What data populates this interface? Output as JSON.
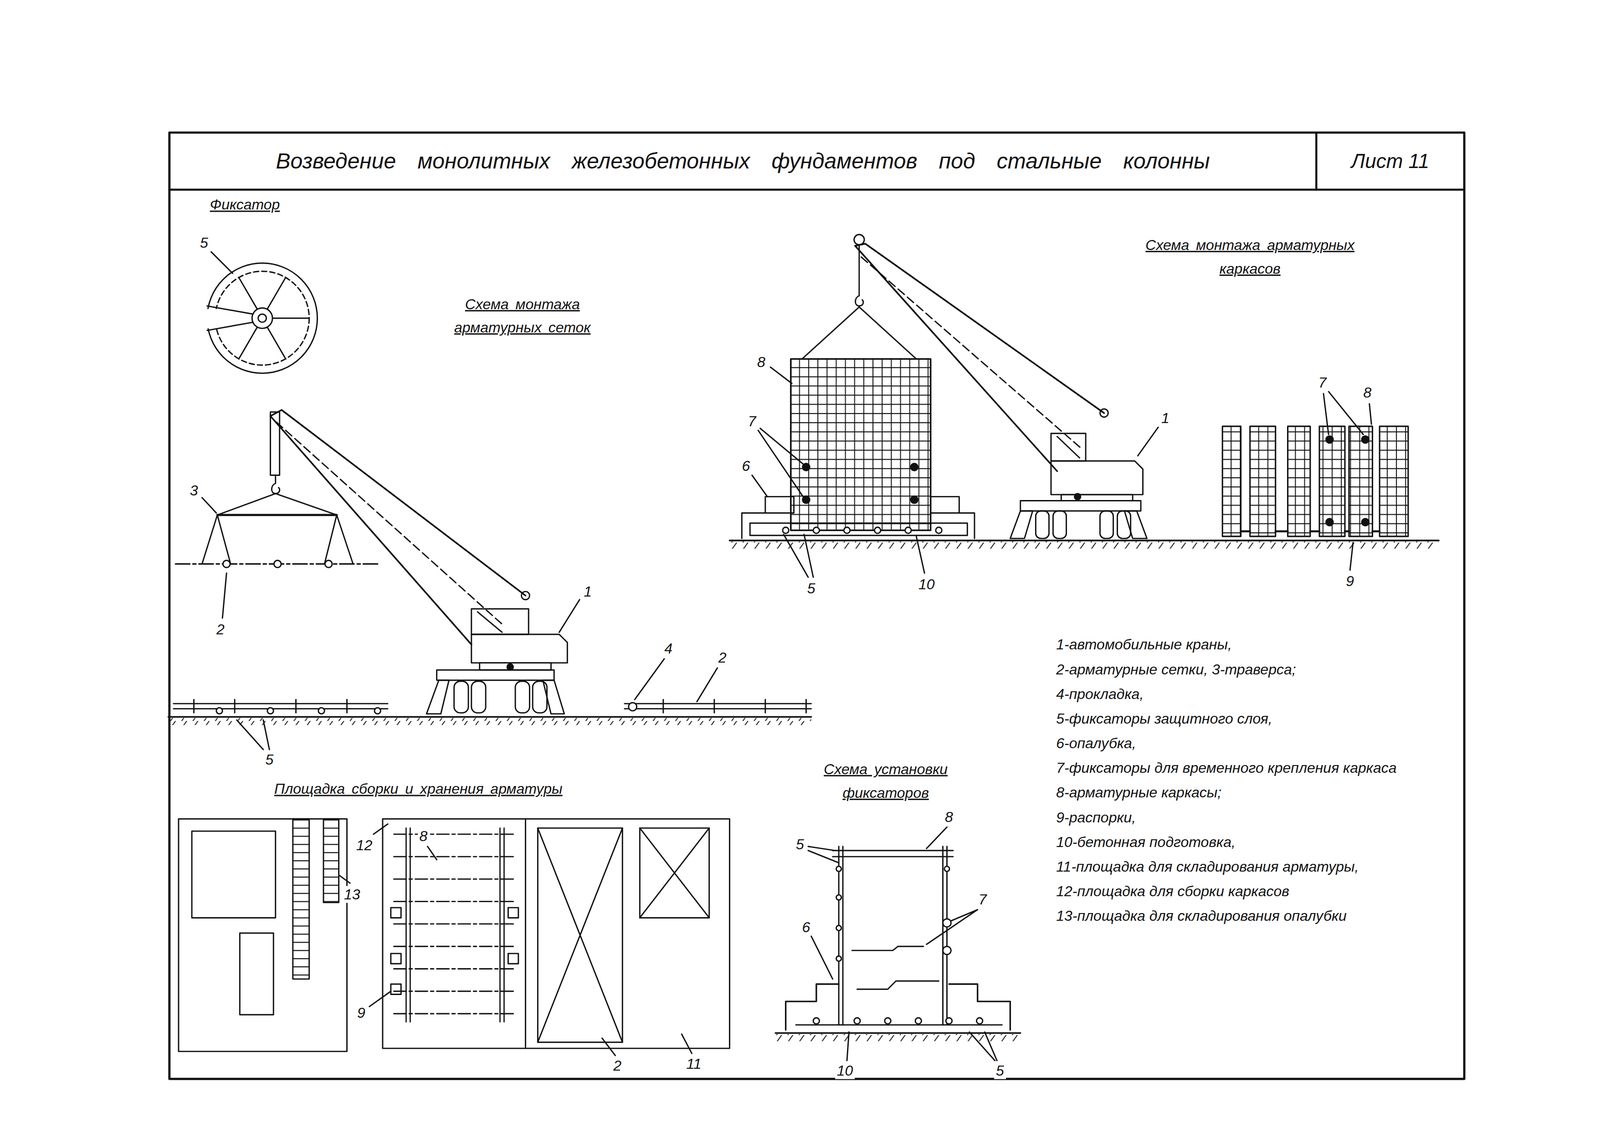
{
  "diagram": {
    "title": "Возведение монолитных железобетонных фундаментов под стальные колонны",
    "nodes": [
      {
        "text": [
          "Лист 11"
        ]
      }
    ],
    "labels": [
      "Фиксатор",
      "5",
      "Схема монтажа арматурных сеток",
      "3",
      "2",
      "1",
      "4",
      "2",
      "5",
      "Схема монтажа арматурных каркасов",
      "8",
      "7",
      "6",
      "5",
      "10",
      "1",
      "7",
      "8",
      "9",
      "1-автомобильные краны,",
      "2-арматурные сетки, 3-траверса;",
      "4-прокладка,",
      "5-фиксаторы защитного слоя,",
      "6-опалубка,",
      "7-фиксаторы для временного крепления каркаса",
      "8-арматурные каркасы;",
      "9-распорки,",
      "10-бетонная подготовка,",
      "11-площадка для складирования арматуры,",
      "12-площадка для сборки каркасов",
      "13-площадка для складирования опалубки",
      "Площадка сборки и хранения арматуры",
      "12",
      "13",
      "8",
      "9",
      "2",
      "11",
      "Схема установки фиксаторов",
      "8",
      "5",
      "7",
      "6",
      "10",
      "5"
    ]
  }
}
